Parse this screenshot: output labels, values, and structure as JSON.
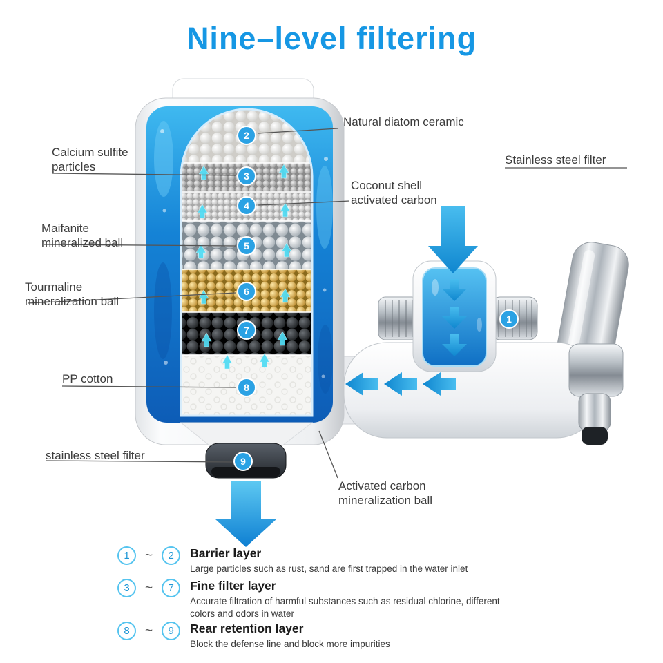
{
  "title": "Nine–level filtering",
  "callouts": {
    "natural_diatom_ceramic": "Natural diatom ceramic",
    "calcium_sulfite_particles": "Calcium sulfite particles",
    "stainless_steel_filter_right": "Stainless steel filter",
    "coconut_shell_activated_carbon": "Coconut shell activated carbon",
    "maifanite_mineralized_ball": "Maifanite mineralized ball",
    "tourmaline_mineralization_ball": "Tourmaline mineralization ball",
    "pp_cotton": "PP cotton",
    "stainless_steel_filter_bottom": "stainless steel filter",
    "activated_carbon_mineralization_ball": "Activated carbon mineralization ball"
  },
  "markers": [
    "1",
    "2",
    "3",
    "4",
    "5",
    "6",
    "7",
    "8",
    "9"
  ],
  "legend": [
    {
      "from": "1",
      "range_symbol": "~",
      "to": "2",
      "name": "Barrier layer",
      "desc": "Large particles such as rust, sand are first trapped in the water inlet"
    },
    {
      "from": "3",
      "range_symbol": "~",
      "to": "7",
      "name": "Fine filter layer",
      "desc": "Accurate filtration of harmful substances such as residual chlorine, different colors and odors in water"
    },
    {
      "from": "8",
      "range_symbol": "~",
      "to": "9",
      "name": "Rear retention layer",
      "desc": "Block the defense line and block more impurities"
    }
  ],
  "colors": {
    "title_blue": "#1697e4",
    "flow_arrow_blue": "#1a8fd4",
    "marker_blue": "#2ba2e4",
    "cyan_arrow": "#4fdcf4",
    "water_blue": "#1583d6"
  }
}
